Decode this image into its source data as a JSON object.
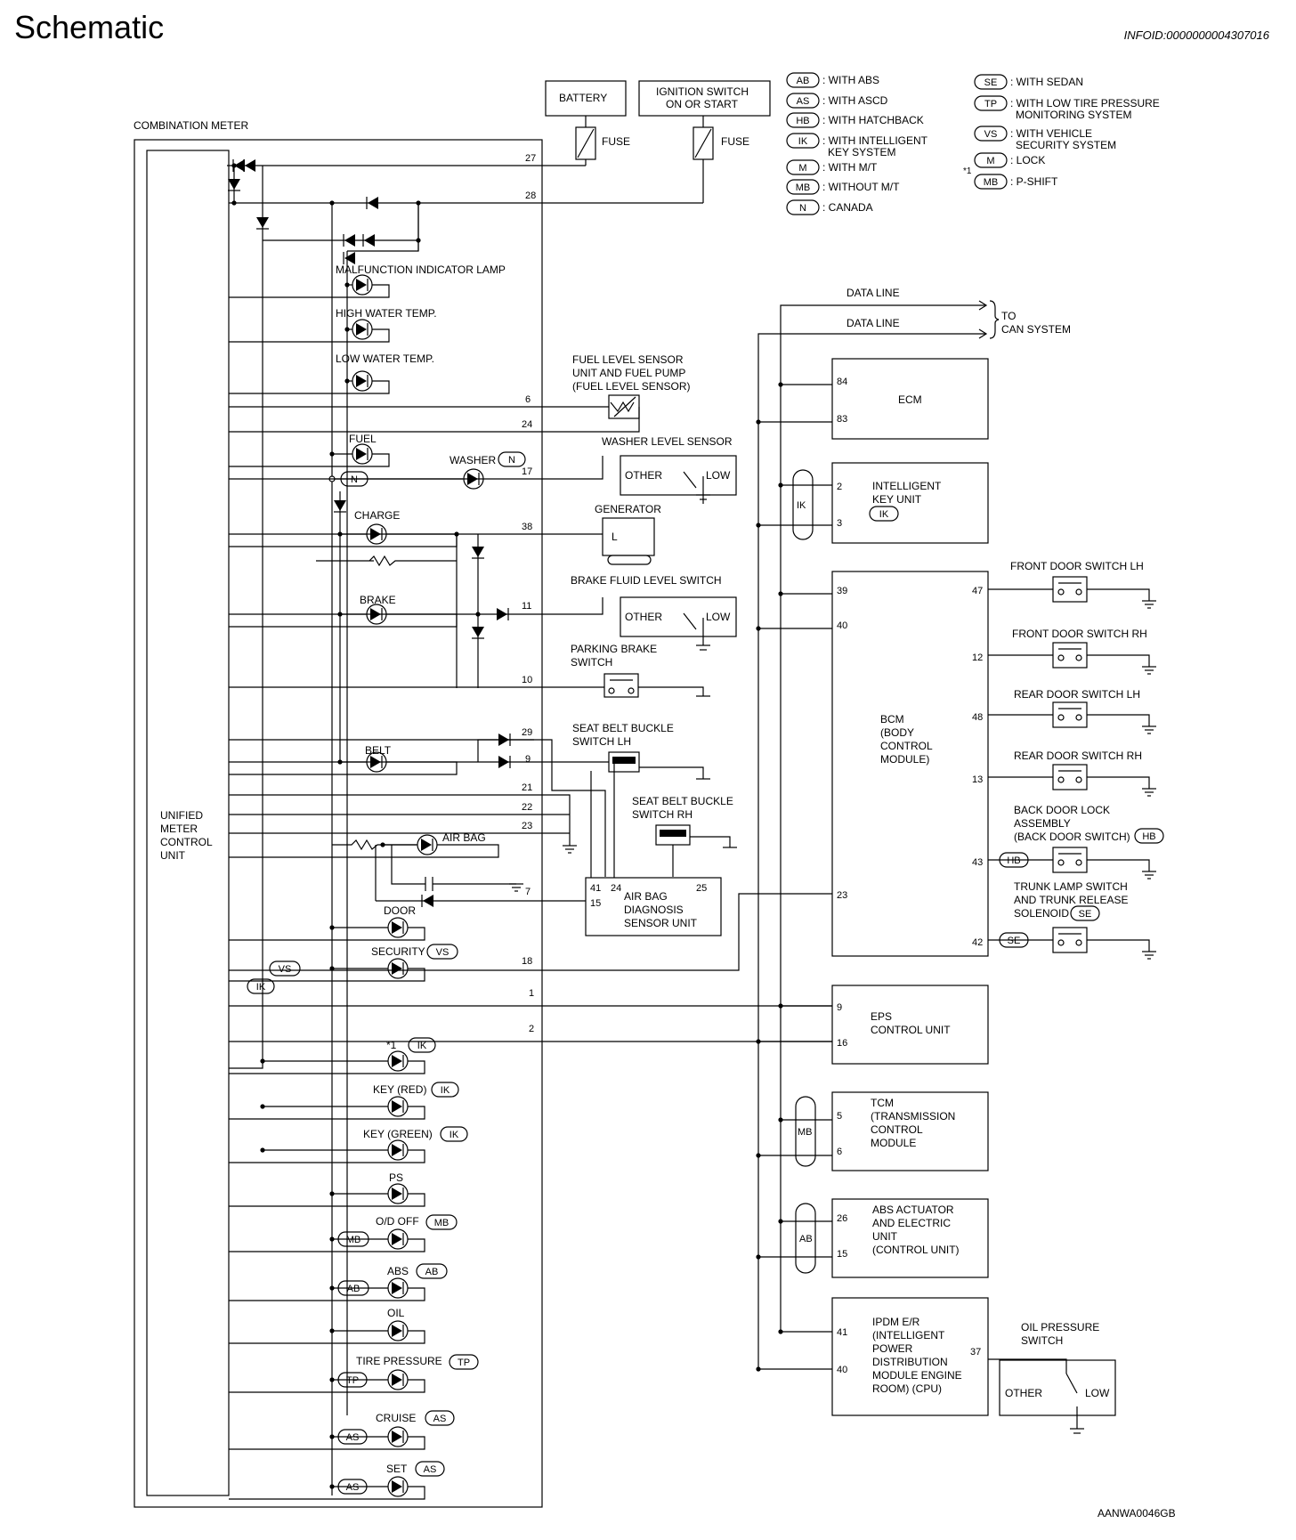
{
  "header": {
    "title": "Schematic",
    "info_id": "INFOID:0000000004307016",
    "figure_code": "AANWA0046GB"
  },
  "power": {
    "battery": "BATTERY",
    "ignition_1": "IGNITION SWITCH",
    "ignition_2": "ON OR START",
    "fuse": "FUSE",
    "pin_batt": "27",
    "pin_ign": "28"
  },
  "legend": [
    {
      "tag": "AB",
      "text": ": WITH ABS"
    },
    {
      "tag": "AS",
      "text": ": WITH ASCD"
    },
    {
      "tag": "HB",
      "text": ": WITH HATCHBACK"
    },
    {
      "tag": "IK",
      "text": ": WITH INTELLIGENT",
      "text2": "KEY SYSTEM"
    },
    {
      "tag": "M",
      "text": ": WITH M/T"
    },
    {
      "tag": "MB",
      "text": ": WITHOUT M/T"
    },
    {
      "tag": "N",
      "text": ": CANADA"
    },
    {
      "tag": "SE",
      "text": ": WITH SEDAN"
    },
    {
      "tag": "TP",
      "text": ": WITH LOW TIRE PRESSURE",
      "text2": "MONITORING SYSTEM"
    },
    {
      "tag": "VS",
      "text": ": WITH VEHICLE",
      "text2": "SECURITY SYSTEM"
    },
    {
      "tag": "M",
      "text": ": LOCK"
    },
    {
      "tag": "MB",
      "text": ": P-SHIFT"
    }
  ],
  "legend_star": "*1",
  "meter": {
    "label": "COMBINATION METER",
    "unit_1": "UNIFIED",
    "unit_2": "METER",
    "unit_3": "CONTROL",
    "unit_4": "UNIT"
  },
  "lamps": {
    "mil": "MALFUNCTION INDICATOR LAMP",
    "high_water": "HIGH WATER TEMP.",
    "low_water": "LOW WATER TEMP.",
    "fuel": "FUEL",
    "washer": "WASHER",
    "charge": "CHARGE",
    "brake": "BRAKE",
    "belt": "BELT",
    "airbag": "AIR BAG",
    "door": "DOOR",
    "security": "SECURITY",
    "star1": "*1",
    "key_red": "KEY (RED)",
    "key_green": "KEY (GREEN)",
    "ps": "PS",
    "od_off": "O/D OFF",
    "abs": "ABS",
    "oil": "OIL",
    "tire": "TIRE PRESSURE",
    "cruise": "CRUISE",
    "set": "SET"
  },
  "pins": {
    "p6": "6",
    "p24": "24",
    "p17": "17",
    "p38": "38",
    "p11": "11",
    "p10": "10",
    "p29": "29",
    "p9": "9",
    "p21": "21",
    "p22": "22",
    "p23": "23",
    "p7": "7",
    "p18": "18",
    "p1": "1",
    "p2": "2"
  },
  "components": {
    "fuel_sensor": [
      "FUEL LEVEL SENSOR",
      "UNIT AND FUEL PUMP",
      "(FUEL LEVEL SENSOR)"
    ],
    "washer_sensor": "WASHER LEVEL SENSOR",
    "other": "OTHER",
    "low": "LOW",
    "generator": "GENERATOR",
    "gen_l": "L",
    "brake_fluid": "BRAKE FLUID LEVEL SWITCH",
    "parking": [
      "PARKING BRAKE",
      "SWITCH"
    ],
    "seat_lh": [
      "SEAT BELT BUCKLE",
      "SWITCH LH"
    ],
    "seat_rh": [
      "SEAT BELT BUCKLE",
      "SWITCH RH"
    ],
    "airbag_unit": [
      "AIR BAG",
      "DIAGNOSIS",
      "SENSOR UNIT"
    ],
    "airbag_pins": {
      "a": "41",
      "b": "24",
      "c": "25",
      "d": "15"
    }
  },
  "can": {
    "data_line_1": "DATA LINE",
    "data_line_2": "DATA LINE",
    "to": "TO",
    "can_system": "CAN SYSTEM"
  },
  "ecm": {
    "name": "ECM",
    "pin_a": "84",
    "pin_b": "83"
  },
  "iku": {
    "name_1": "INTELLIGENT",
    "name_2": "KEY UNIT",
    "pin_a": "2",
    "pin_b": "3",
    "tag": "IK"
  },
  "bcm": {
    "name": [
      "BCM",
      "(BODY",
      "CONTROL",
      "MODULE)"
    ],
    "pins": {
      "a": "39",
      "b": "40",
      "c": "23",
      "d": "47",
      "e": "12",
      "f": "48",
      "g": "13",
      "h": "43",
      "i": "42"
    }
  },
  "door_switches": {
    "front_lh": "FRONT DOOR SWITCH LH",
    "front_rh": "FRONT DOOR SWITCH RH",
    "rear_lh": "REAR DOOR SWITCH LH",
    "rear_rh": "REAR DOOR SWITCH RH",
    "back_door": [
      "BACK DOOR LOCK",
      "ASSEMBLY",
      "(BACK DOOR SWITCH)"
    ],
    "trunk": [
      "TRUNK LAMP SWITCH",
      "AND TRUNK RELEASE",
      "SOLENOID"
    ]
  },
  "eps": {
    "name": [
      "EPS",
      "CONTROL UNIT"
    ],
    "pin_a": "9",
    "pin_b": "16"
  },
  "tcm": {
    "name": [
      "TCM",
      "(TRANSMISSION",
      "CONTROL",
      "MODULE"
    ],
    "pin_a": "5",
    "pin_b": "6",
    "tag": "MB"
  },
  "abs_unit": {
    "name": [
      "ABS ACTUATOR",
      "AND ELECTRIC",
      "UNIT",
      "(CONTROL UNIT)"
    ],
    "pin_a": "26",
    "pin_b": "15",
    "tag": "AB"
  },
  "ipdm": {
    "name": [
      "IPDM E/R",
      "(INTELLIGENT",
      "POWER",
      "DISTRIBUTION",
      "MODULE ENGINE",
      "ROOM) (CPU)"
    ],
    "pin_a": "41",
    "pin_b": "40",
    "pin_c": "37"
  },
  "oil_switch": [
    "OIL PRESSURE",
    "SWITCH"
  ]
}
